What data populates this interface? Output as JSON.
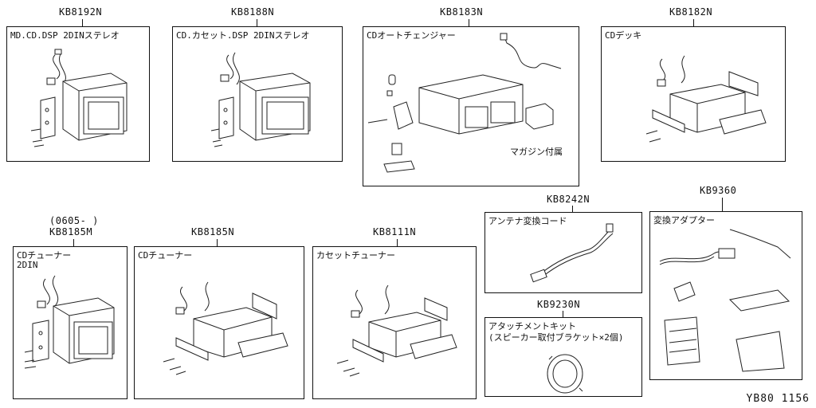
{
  "parts": [
    {
      "code": "KB8192N",
      "title": "MD.CD.DSP 2DINステレオ"
    },
    {
      "code": "KB8188N",
      "title": "CD.カセット.DSP 2DINステレオ"
    },
    {
      "code": "KB8183N",
      "title": "CDオートチェンジャー",
      "note": "マガジン付属"
    },
    {
      "code": "KB8182N",
      "title": "CDデッキ"
    },
    {
      "code": "KB8185M",
      "prefix": "(0605-  )",
      "title": "CDチューナー",
      "title_line2": "2DIN"
    },
    {
      "code": "KB8185N",
      "title": "CDチューナー"
    },
    {
      "code": "KB8111N",
      "title": "カセットチューナー"
    },
    {
      "code": "KB8242N",
      "title": "アンテナ変換コード"
    },
    {
      "code": "KB9230N",
      "title": "アタッチメントキット",
      "title_line2": "(スピーカー取付ブラケット×2個)"
    },
    {
      "code": "KB9360",
      "title": "変換アダプター"
    }
  ],
  "footer": "YB80 1156"
}
